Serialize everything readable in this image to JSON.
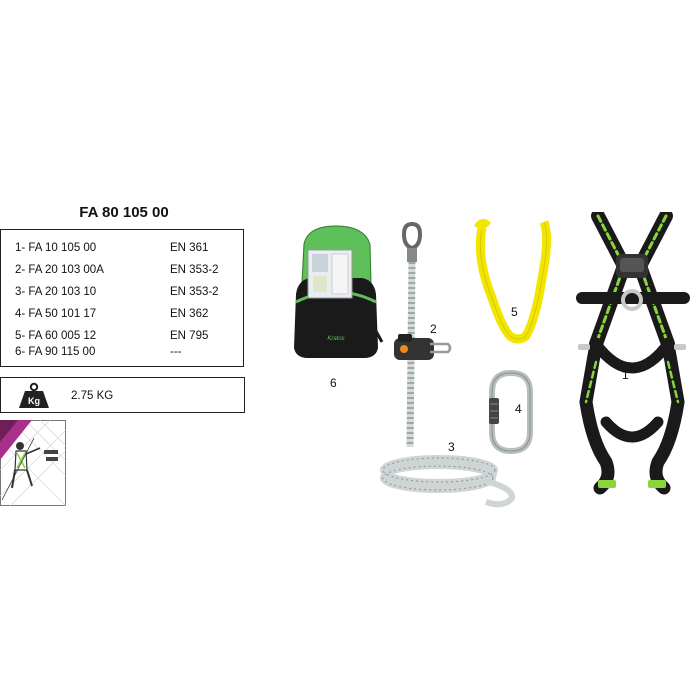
{
  "product_code": "FA 80 105 00",
  "parts": [
    {
      "code": "1- FA 10 105 00",
      "standard": "EN 361"
    },
    {
      "code": "2- FA 20 103 00A",
      "standard": "EN 353-2"
    },
    {
      "code": "3- FA 20 103 10",
      "standard": "EN 353-2"
    },
    {
      "code": "4- FA 50 101 17",
      "standard": "EN 362"
    },
    {
      "code": "5- FA 60 005 12",
      "standard": "EN 795"
    },
    {
      "code": "6- FA 90 115 00",
      "standard": "---"
    }
  ],
  "weight": "2.75 KG",
  "weight_icon": "kg-weight-icon",
  "icon_text": "Kg",
  "item_labels": {
    "harness": "1",
    "rope_grab": "2",
    "rope": "3",
    "carabiner": "4",
    "sling": "5",
    "backpack": "6"
  },
  "colors": {
    "harness_green": "#8ad63a",
    "backpack_green": "#5fbf5a",
    "sling_yellow": "#f2e600",
    "usage_magenta": "#a8308a",
    "border": "#222222"
  }
}
